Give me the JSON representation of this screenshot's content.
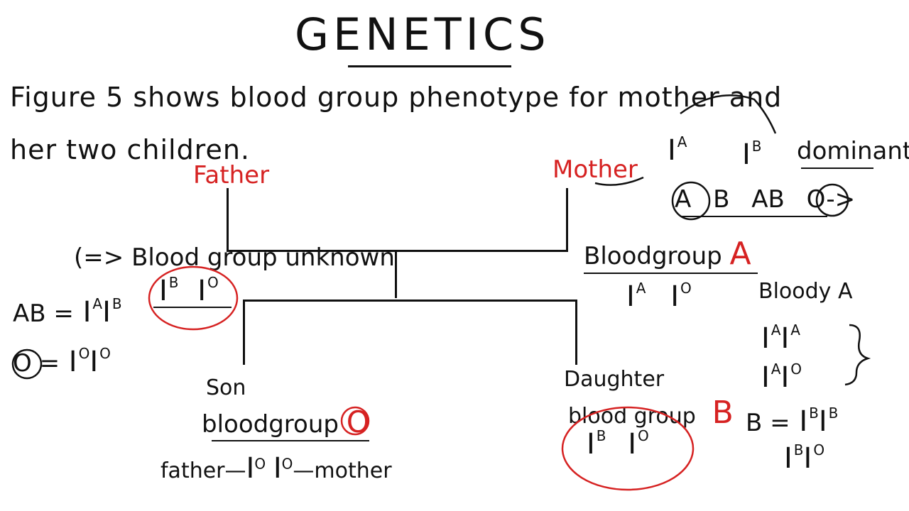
{
  "title": "GENETICS",
  "statement": {
    "line1": "Figure 5 shows blood group phenotype for mother and",
    "line2": "her two children."
  },
  "dominance": {
    "i_a": "I",
    "i_a_sup": "A",
    "i_b": "I",
    "i_b_sup": "B",
    "label": "dominant",
    "order": [
      "A",
      "B",
      "AB",
      "O",
      "->"
    ]
  },
  "father": {
    "label": "Father",
    "note_prefix": "(=>",
    "note": "Blood group unknown",
    "genotype": {
      "a": "I",
      "a_sup": "B",
      "b": "I",
      "b_sup": "O"
    }
  },
  "mother": {
    "label": "Mother",
    "blood_group_text": "Bloodgroup",
    "blood_group": "A",
    "genotype": {
      "a": "I",
      "a_sup": "A",
      "b": "I",
      "b_sup": "O"
    },
    "options_title": "Bloody A",
    "options": [
      {
        "a": "I",
        "a_sup": "A",
        "b": "I",
        "b_sup": "A"
      },
      {
        "a": "I",
        "a_sup": "A",
        "b": "I",
        "b_sup": "O"
      }
    ]
  },
  "left_notes": {
    "ab_label": "AB =",
    "ab_g1": "I",
    "ab_g1_sup": "A",
    "ab_g2": "I",
    "ab_g2_sup": "B",
    "o_label": "O =",
    "o_g1": "I",
    "o_g1_sup": "O",
    "o_g2": "I",
    "o_g2_sup": "O"
  },
  "son": {
    "label": "Son",
    "blood_group_text": "bloodgroup",
    "blood_group": "O",
    "from_father": "father—",
    "from_mother": "—mother",
    "genotype": {
      "a": "I",
      "a_sup": "O",
      "b": "I",
      "b_sup": "O"
    }
  },
  "daughter": {
    "label": "Daughter",
    "blood_group_text": "blood group",
    "blood_group": "B",
    "genotype": {
      "a": "I",
      "a_sup": "B",
      "b": "I",
      "b_sup": "O"
    },
    "b_label": "B =",
    "b_options": [
      {
        "a": "I",
        "a_sup": "B",
        "b": "I",
        "b_sup": "B"
      },
      {
        "a": "I",
        "a_sup": "B",
        "b": "I",
        "b_sup": "O"
      }
    ]
  },
  "colors": {
    "ink": "#111111",
    "accent": "#d62222"
  }
}
